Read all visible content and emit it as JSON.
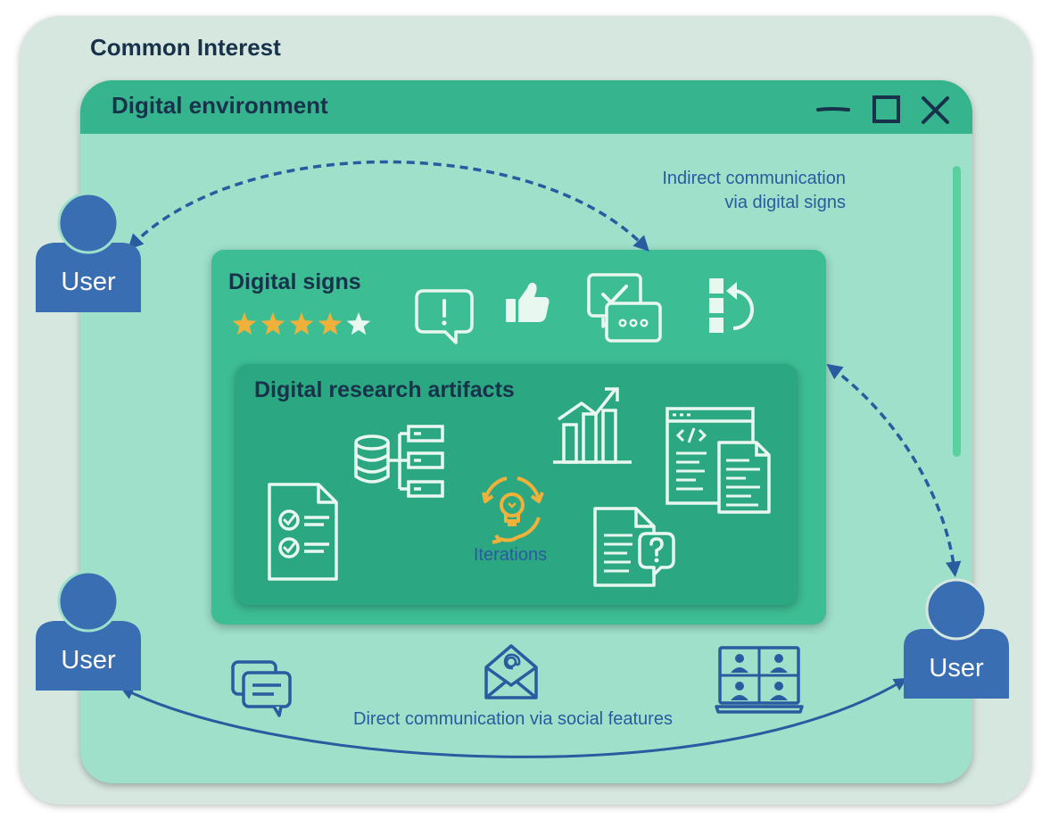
{
  "common_interest": {
    "title": "Common Interest"
  },
  "window": {
    "title": "Digital environment",
    "controls": {
      "minimize_icon": "minimize-icon",
      "maximize_icon": "maximize-icon",
      "close_icon": "close-icon"
    }
  },
  "communication": {
    "indirect_line1": "Indirect communication",
    "indirect_line2": "via digital signs",
    "direct": "Direct communication via social features"
  },
  "users": [
    {
      "label": "User"
    },
    {
      "label": "User"
    },
    {
      "label": "User"
    }
  ],
  "digital_signs": {
    "title": "Digital signs",
    "rating": {
      "filled": 4,
      "total": 5
    },
    "icons": [
      "alert-speech-icon",
      "thumbs-up-icon",
      "review-chat-icon",
      "version-history-icon"
    ]
  },
  "artifacts": {
    "title": "Digital research artifacts",
    "iterations_label": "Iterations",
    "icons": [
      "checklist-document-icon",
      "database-hierarchy-icon",
      "growth-chart-icon",
      "code-document-icon",
      "question-document-icon",
      "idea-cycle-icon"
    ]
  },
  "social_icons": [
    "chat-bubbles-icon",
    "email-icon",
    "video-conference-icon"
  ],
  "colors": {
    "accent_orange": "#f0b13a",
    "user_blue": "#3a6eb3",
    "line_blue": "#2a5aa0",
    "icon_white": "#e9f7f1"
  }
}
